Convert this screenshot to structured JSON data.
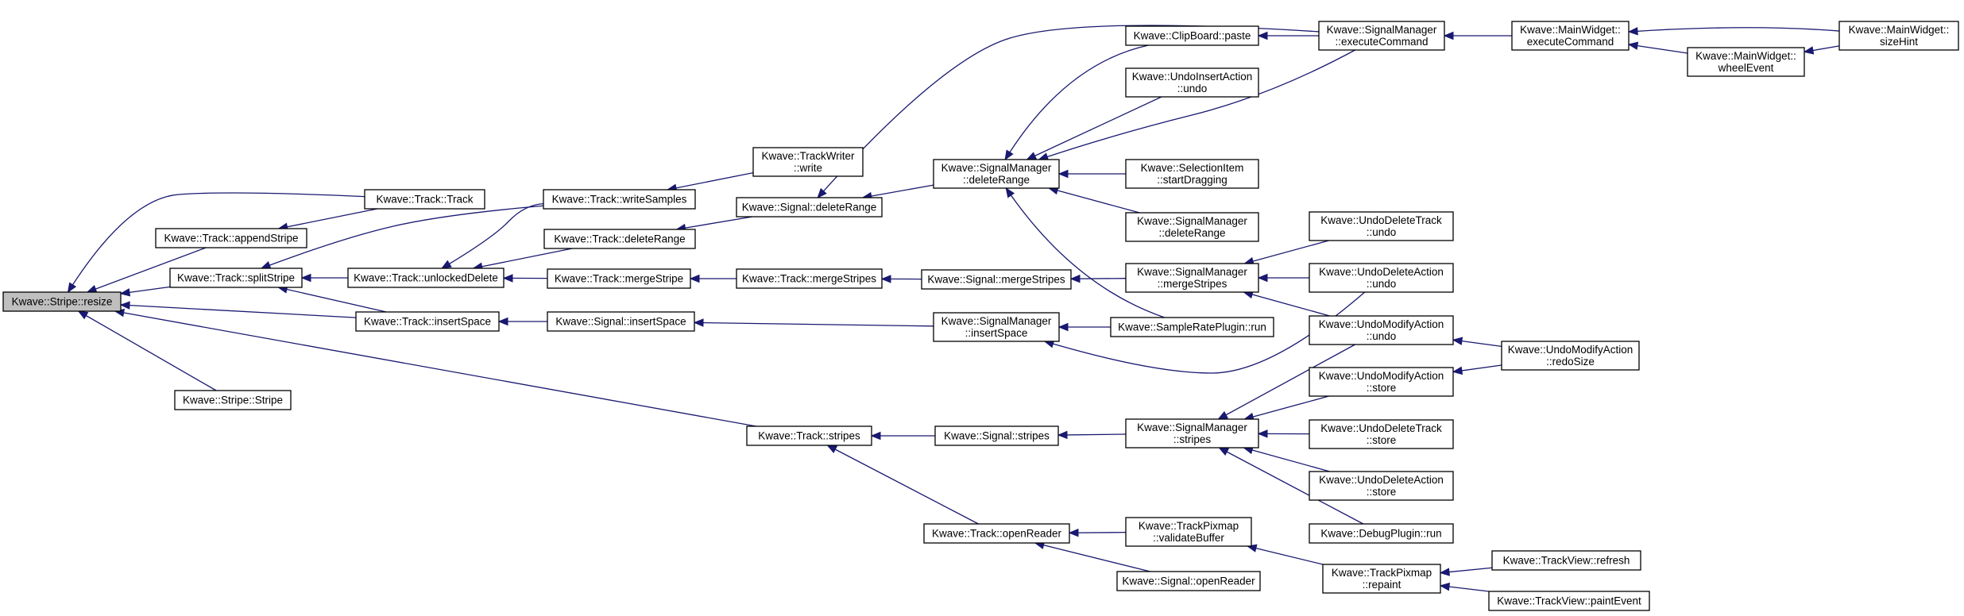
{
  "diagram": {
    "kind": "call-graph",
    "root": "n_resize",
    "colors": {
      "edge": "#191970",
      "root_fill": "#bfbfbf",
      "node_fill": "#ffffff",
      "node_border": "#000000"
    },
    "nodes": [
      {
        "id": "n_resize",
        "lines": [
          "Kwave::Stripe::resize"
        ],
        "root": true
      },
      {
        "id": "n_track_ctor",
        "lines": [
          "Kwave::Track::Track"
        ]
      },
      {
        "id": "n_append",
        "lines": [
          "Kwave::Track::appendStripe"
        ]
      },
      {
        "id": "n_split",
        "lines": [
          "Kwave::Track::splitStripe"
        ]
      },
      {
        "id": "n_stripe_ctor",
        "lines": [
          "Kwave::Stripe::Stripe"
        ]
      },
      {
        "id": "n_write_samples",
        "lines": [
          "Kwave::Track::writeSamples"
        ]
      },
      {
        "id": "n_unlocked_delete",
        "lines": [
          "Kwave::Track::unlockedDelete"
        ]
      },
      {
        "id": "n_track_insert_space",
        "lines": [
          "Kwave::Track::insertSpace"
        ]
      },
      {
        "id": "n_track_delete_range",
        "lines": [
          "Kwave::Track::deleteRange"
        ]
      },
      {
        "id": "n_merge_stripe",
        "lines": [
          "Kwave::Track::mergeStripe"
        ]
      },
      {
        "id": "n_signal_insert_space",
        "lines": [
          "Kwave::Signal::insertSpace"
        ]
      },
      {
        "id": "n_trackwriter_write",
        "lines": [
          "Kwave::TrackWriter",
          "::write"
        ]
      },
      {
        "id": "n_signal_delete_range",
        "lines": [
          "Kwave::Signal::deleteRange"
        ]
      },
      {
        "id": "n_track_merge_stripes",
        "lines": [
          "Kwave::Track::mergeStripes"
        ]
      },
      {
        "id": "n_track_stripes",
        "lines": [
          "Kwave::Track::stripes"
        ]
      },
      {
        "id": "n_sm_delete_range",
        "lines": [
          "Kwave::SignalManager",
          "::deleteRange"
        ]
      },
      {
        "id": "n_signal_merge_stripes",
        "lines": [
          "Kwave::Signal::mergeStripes"
        ]
      },
      {
        "id": "n_sm_insert_space",
        "lines": [
          "Kwave::SignalManager",
          "::insertSpace"
        ]
      },
      {
        "id": "n_signal_stripes",
        "lines": [
          "Kwave::Signal::stripes"
        ]
      },
      {
        "id": "n_track_open_reader",
        "lines": [
          "Kwave::Track::openReader"
        ]
      },
      {
        "id": "n_clipboard_paste",
        "lines": [
          "Kwave::ClipBoard::paste"
        ]
      },
      {
        "id": "n_undo_insert_undo",
        "lines": [
          "Kwave::UndoInsertAction",
          "::undo"
        ]
      },
      {
        "id": "n_selection_start",
        "lines": [
          "Kwave::SelectionItem",
          "::startDragging"
        ]
      },
      {
        "id": "n_sm_delete_range2",
        "lines": [
          "Kwave::SignalManager",
          "::deleteRange"
        ]
      },
      {
        "id": "n_sm_merge_stripes",
        "lines": [
          "Kwave::SignalManager",
          "::mergeStripes"
        ]
      },
      {
        "id": "n_samplerate_run",
        "lines": [
          "Kwave::SampleRatePlugin::run"
        ]
      },
      {
        "id": "n_sm_stripes",
        "lines": [
          "Kwave::SignalManager",
          "::stripes"
        ]
      },
      {
        "id": "n_pixmap_validate",
        "lines": [
          "Kwave::TrackPixmap",
          "::validateBuffer"
        ]
      },
      {
        "id": "n_signal_open_reader",
        "lines": [
          "Kwave::Signal::openReader"
        ]
      },
      {
        "id": "n_sm_execute",
        "lines": [
          "Kwave::SignalManager",
          "::executeCommand"
        ]
      },
      {
        "id": "n_undo_del_track_undo",
        "lines": [
          "Kwave::UndoDeleteTrack",
          "::undo"
        ]
      },
      {
        "id": "n_undo_del_action_undo",
        "lines": [
          "Kwave::UndoDeleteAction",
          "::undo"
        ]
      },
      {
        "id": "n_undo_mod_undo",
        "lines": [
          "Kwave::UndoModifyAction",
          "::undo"
        ]
      },
      {
        "id": "n_undo_mod_store",
        "lines": [
          "Kwave::UndoModifyAction",
          "::store"
        ]
      },
      {
        "id": "n_undo_del_track_store",
        "lines": [
          "Kwave::UndoDeleteTrack",
          "::store"
        ]
      },
      {
        "id": "n_undo_del_action_store",
        "lines": [
          "Kwave::UndoDeleteAction",
          "::store"
        ]
      },
      {
        "id": "n_debug_run",
        "lines": [
          "Kwave::DebugPlugin::run"
        ]
      },
      {
        "id": "n_pixmap_repaint",
        "lines": [
          "Kwave::TrackPixmap",
          "::repaint"
        ]
      },
      {
        "id": "n_mw_execute",
        "lines": [
          "Kwave::MainWidget::",
          "executeCommand"
        ]
      },
      {
        "id": "n_mw_wheel",
        "lines": [
          "Kwave::MainWidget::",
          "wheelEvent"
        ]
      },
      {
        "id": "n_mw_sizehint",
        "lines": [
          "Kwave::MainWidget::",
          "sizeHint"
        ]
      },
      {
        "id": "n_undo_mod_redosize",
        "lines": [
          "Kwave::UndoModifyAction",
          "::redoSize"
        ]
      },
      {
        "id": "n_trackview_refresh",
        "lines": [
          "Kwave::TrackView::refresh"
        ]
      },
      {
        "id": "n_trackview_paint",
        "lines": [
          "Kwave::TrackView::paintEvent"
        ]
      }
    ],
    "edges": [
      {
        "from": "n_track_ctor",
        "to": "n_resize"
      },
      {
        "from": "n_append",
        "to": "n_resize"
      },
      {
        "from": "n_split",
        "to": "n_resize"
      },
      {
        "from": "n_stripe_ctor",
        "to": "n_resize"
      },
      {
        "from": "n_track_insert_space",
        "to": "n_resize"
      },
      {
        "from": "n_track_stripes",
        "to": "n_resize"
      },
      {
        "from": "n_track_ctor",
        "to": "n_append"
      },
      {
        "from": "n_write_samples",
        "to": "n_split"
      },
      {
        "from": "n_unlocked_delete",
        "to": "n_split"
      },
      {
        "from": "n_track_insert_space",
        "to": "n_split"
      },
      {
        "from": "n_write_samples",
        "to": "n_unlocked_delete"
      },
      {
        "from": "n_track_delete_range",
        "to": "n_unlocked_delete"
      },
      {
        "from": "n_merge_stripe",
        "to": "n_unlocked_delete"
      },
      {
        "from": "n_trackwriter_write",
        "to": "n_write_samples"
      },
      {
        "from": "n_signal_delete_range",
        "to": "n_track_delete_range"
      },
      {
        "from": "n_track_merge_stripes",
        "to": "n_merge_stripe"
      },
      {
        "from": "n_signal_insert_space",
        "to": "n_track_insert_space"
      },
      {
        "from": "n_sm_delete_range",
        "to": "n_signal_delete_range"
      },
      {
        "from": "n_sm_execute",
        "to": "n_signal_delete_range"
      },
      {
        "from": "n_signal_merge_stripes",
        "to": "n_track_merge_stripes"
      },
      {
        "from": "n_sm_insert_space",
        "to": "n_signal_insert_space"
      },
      {
        "from": "n_signal_stripes",
        "to": "n_track_stripes"
      },
      {
        "from": "n_track_open_reader",
        "to": "n_track_stripes"
      },
      {
        "from": "n_clipboard_paste",
        "to": "n_sm_delete_range"
      },
      {
        "from": "n_undo_insert_undo",
        "to": "n_sm_delete_range"
      },
      {
        "from": "n_sm_execute",
        "to": "n_sm_delete_range"
      },
      {
        "from": "n_selection_start",
        "to": "n_sm_delete_range"
      },
      {
        "from": "n_sm_delete_range2",
        "to": "n_sm_delete_range"
      },
      {
        "from": "n_samplerate_run",
        "to": "n_sm_delete_range"
      },
      {
        "from": "n_sm_merge_stripes",
        "to": "n_signal_merge_stripes"
      },
      {
        "from": "n_samplerate_run",
        "to": "n_sm_insert_space"
      },
      {
        "from": "n_undo_del_action_undo",
        "to": "n_sm_insert_space"
      },
      {
        "from": "n_sm_stripes",
        "to": "n_signal_stripes"
      },
      {
        "from": "n_pixmap_validate",
        "to": "n_track_open_reader"
      },
      {
        "from": "n_signal_open_reader",
        "to": "n_track_open_reader"
      },
      {
        "from": "n_sm_execute",
        "to": "n_clipboard_paste"
      },
      {
        "from": "n_undo_del_track_undo",
        "to": "n_sm_merge_stripes"
      },
      {
        "from": "n_undo_del_action_undo",
        "to": "n_sm_merge_stripes"
      },
      {
        "from": "n_undo_mod_undo",
        "to": "n_sm_merge_stripes"
      },
      {
        "from": "n_undo_mod_undo",
        "to": "n_sm_stripes"
      },
      {
        "from": "n_undo_mod_store",
        "to": "n_sm_stripes"
      },
      {
        "from": "n_undo_del_track_store",
        "to": "n_sm_stripes"
      },
      {
        "from": "n_undo_del_action_store",
        "to": "n_sm_stripes"
      },
      {
        "from": "n_debug_run",
        "to": "n_sm_stripes"
      },
      {
        "from": "n_pixmap_repaint",
        "to": "n_pixmap_validate"
      },
      {
        "from": "n_mw_execute",
        "to": "n_sm_execute"
      },
      {
        "from": "n_mw_sizehint",
        "to": "n_mw_execute"
      },
      {
        "from": "n_mw_wheel",
        "to": "n_mw_execute"
      },
      {
        "from": "n_mw_sizehint",
        "to": "n_mw_wheel"
      },
      {
        "from": "n_undo_mod_redosize",
        "to": "n_undo_mod_undo"
      },
      {
        "from": "n_undo_mod_redosize",
        "to": "n_undo_mod_store"
      },
      {
        "from": "n_trackview_refresh",
        "to": "n_pixmap_repaint"
      },
      {
        "from": "n_trackview_paint",
        "to": "n_pixmap_repaint"
      }
    ]
  }
}
